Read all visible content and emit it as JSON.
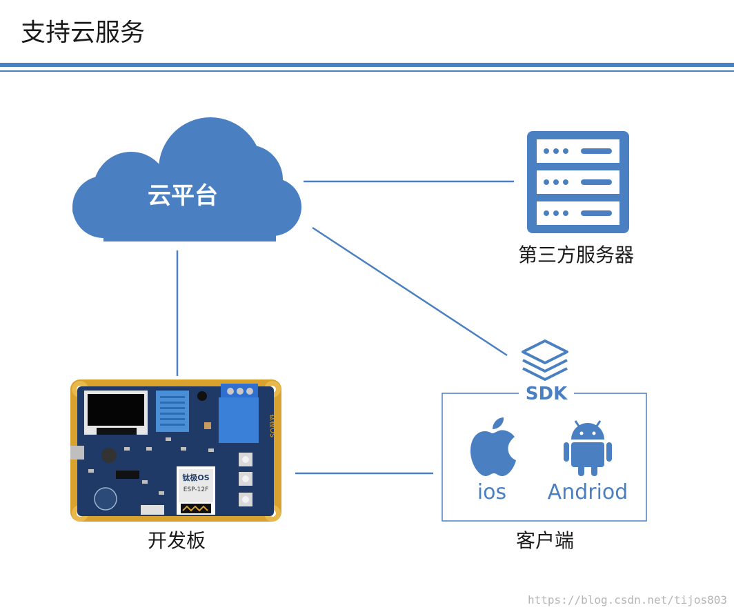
{
  "title": "支持云服务",
  "nodes": {
    "cloud": "云平台",
    "server": "第三方服务器",
    "board": "开发板",
    "client": "客户端",
    "sdk": "SDK",
    "ios": "ios",
    "android": "Andriod"
  },
  "board_text": {
    "chip_brand": "钛极OS",
    "chip_model": "ESP-12F",
    "side_brand": "钛极OS"
  },
  "watermark": "https://blog.csdn.net/tijos803",
  "colors": {
    "accent": "#4a80c2",
    "pcb": "#1f3a66",
    "gold": "#d9a22e"
  }
}
